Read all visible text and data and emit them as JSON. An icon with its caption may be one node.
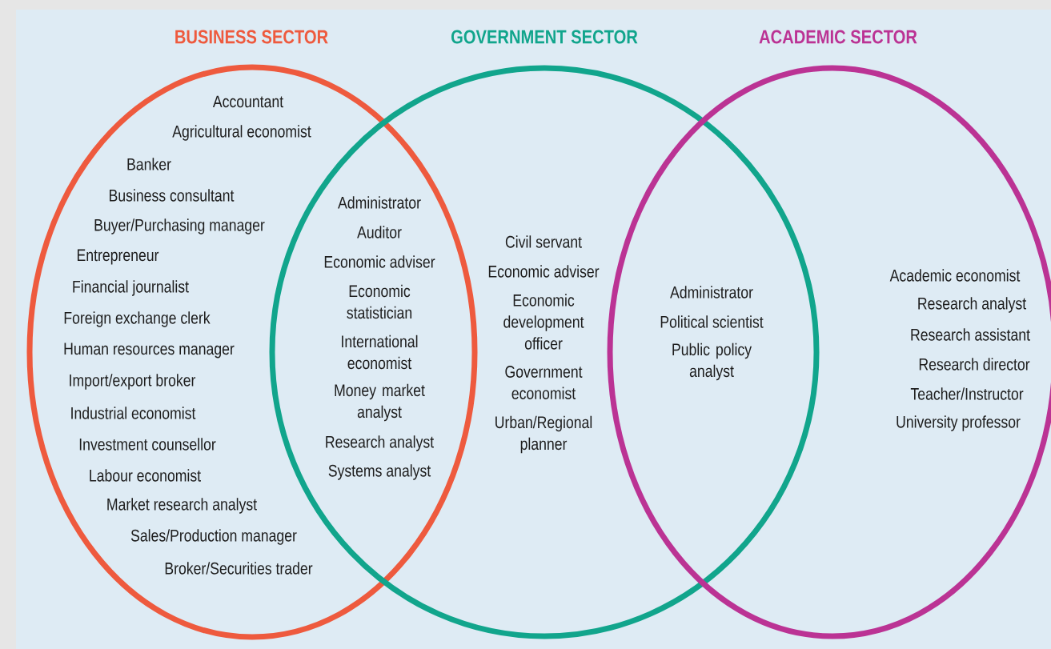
{
  "diagram": {
    "nodes": [
      {
        "text": [
          "BUSINESS SECTOR"
        ]
      },
      {
        "text": [
          "GOVERNMENT SECTOR"
        ]
      },
      {
        "text": [
          "ACADEMIC SECTOR"
        ]
      }
    ],
    "labels": [
      "Accountant",
      "Agricultural economist",
      "Banker",
      "Business consultant",
      "Buyer/Purchasing manager",
      "Entrepreneur",
      "Financial journalist",
      "Foreign exchange clerk",
      "Human resources manager",
      "Import/export broker",
      "Industrial economist",
      "Investment counsellor",
      "Labour economist",
      "Market research analyst",
      "Sales/Production manager",
      "Broker/Securities trader",
      "Administrator",
      "Auditor",
      "Economic adviser",
      "Economic statistician",
      "International economist",
      "Money market analyst",
      "Research analyst",
      "Systems analyst",
      "Civil servant",
      "Economic adviser",
      "Economic development officer",
      "Government economist",
      "Urban/Regional planner",
      "Administrator",
      "Political scientist",
      "Public policy analyst",
      "Academic economist",
      "Research analyst",
      "Research assistant",
      "Research director",
      "Teacher/Instructor",
      "University professor"
    ]
  }
}
